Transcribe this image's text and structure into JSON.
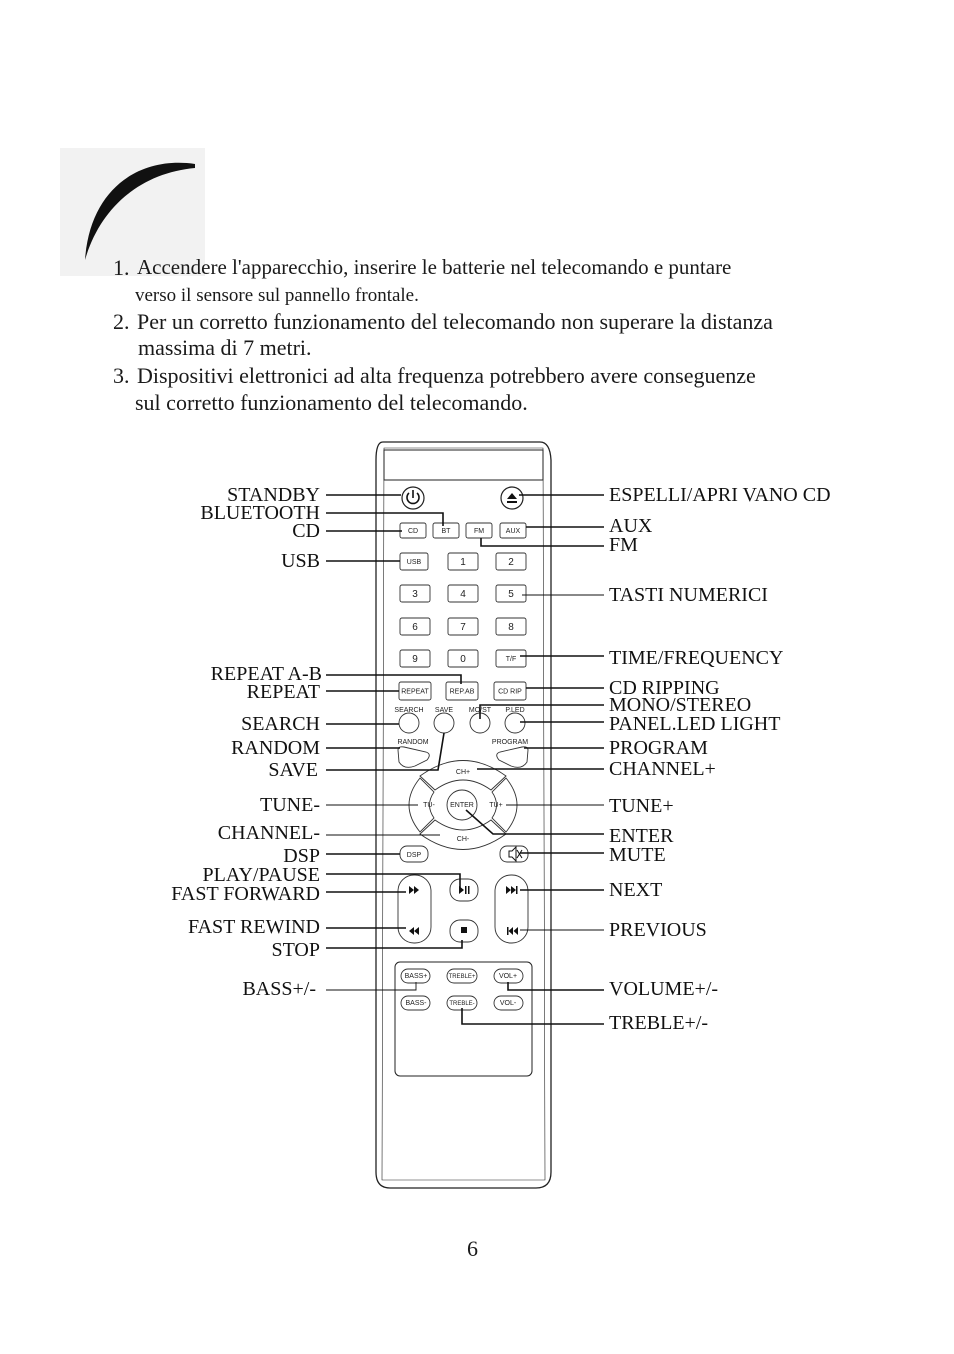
{
  "instructions": [
    {
      "num": "1.",
      "line1": "Accendere l'apparecchio, inserire le batterie nel telecomando e puntare",
      "line2": "verso il sensore sul pannello frontale."
    },
    {
      "num": "2.",
      "line1": "Per un corretto funzionamento del telecomando non superare la distanza",
      "line2": "massima di 7 metri."
    },
    {
      "num": "3.",
      "line1": "Dispositivi elettronici ad alta frequenza potrebbero avere conseguenze",
      "line2": "sul corretto funzionamento del telecomando."
    }
  ],
  "labels_left": [
    "STANDBY",
    "BLUETOOTH",
    "CD",
    "USB",
    "REPEAT A-B",
    "REPEAT",
    "SEARCH",
    "RANDOM",
    "SAVE",
    "TUNE-",
    "CHANNEL-",
    "DSP",
    "PLAY/PAUSE",
    "FAST FORWARD",
    "FAST REWIND",
    "STOP",
    "BASS+/-"
  ],
  "labels_right": [
    "ESPELLI/APRI VANO CD",
    "AUX",
    "FM",
    "TASTI NUMERICI",
    "TIME/FREQUENCY",
    "CD RIPPING",
    "MONO/STEREO",
    "PANEL.LED LIGHT",
    "PROGRAM",
    "CHANNEL+",
    "TUNE+",
    "ENTER",
    "MUTE",
    "NEXT",
    "PREVIOUS",
    "VOLUME+/-",
    "TREBLE+/-"
  ],
  "buttons": {
    "cd": "CD",
    "bt": "BT",
    "fm": "FM",
    "aux": "AUX",
    "usb": "USB",
    "n1": "1",
    "n2": "2",
    "n3": "3",
    "n4": "4",
    "n5": "5",
    "n6": "6",
    "n7": "7",
    "n8": "8",
    "n9": "9",
    "n0": "0",
    "tf": "T/F",
    "repeat": "REPEAT",
    "repab": "REP.AB",
    "cdrip": "CD RIP",
    "search": "SEARCH",
    "save": "SAVE",
    "most": "MO/ST",
    "pled": "P.LED",
    "random": "RANDOM",
    "program": "PROGRAM",
    "chplus": "CH+",
    "chminus": "CH-",
    "tuminus": "TU-",
    "tuplus": "TU+",
    "enter": "ENTER",
    "dsp": "DSP",
    "bassplus": "BASS+",
    "bassminus": "BASS-",
    "trebleplus": "TREBLE+",
    "trebleminus": "TREBLE-",
    "volplus": "VOL+",
    "volminus": "VOL-"
  },
  "page_number": "6"
}
